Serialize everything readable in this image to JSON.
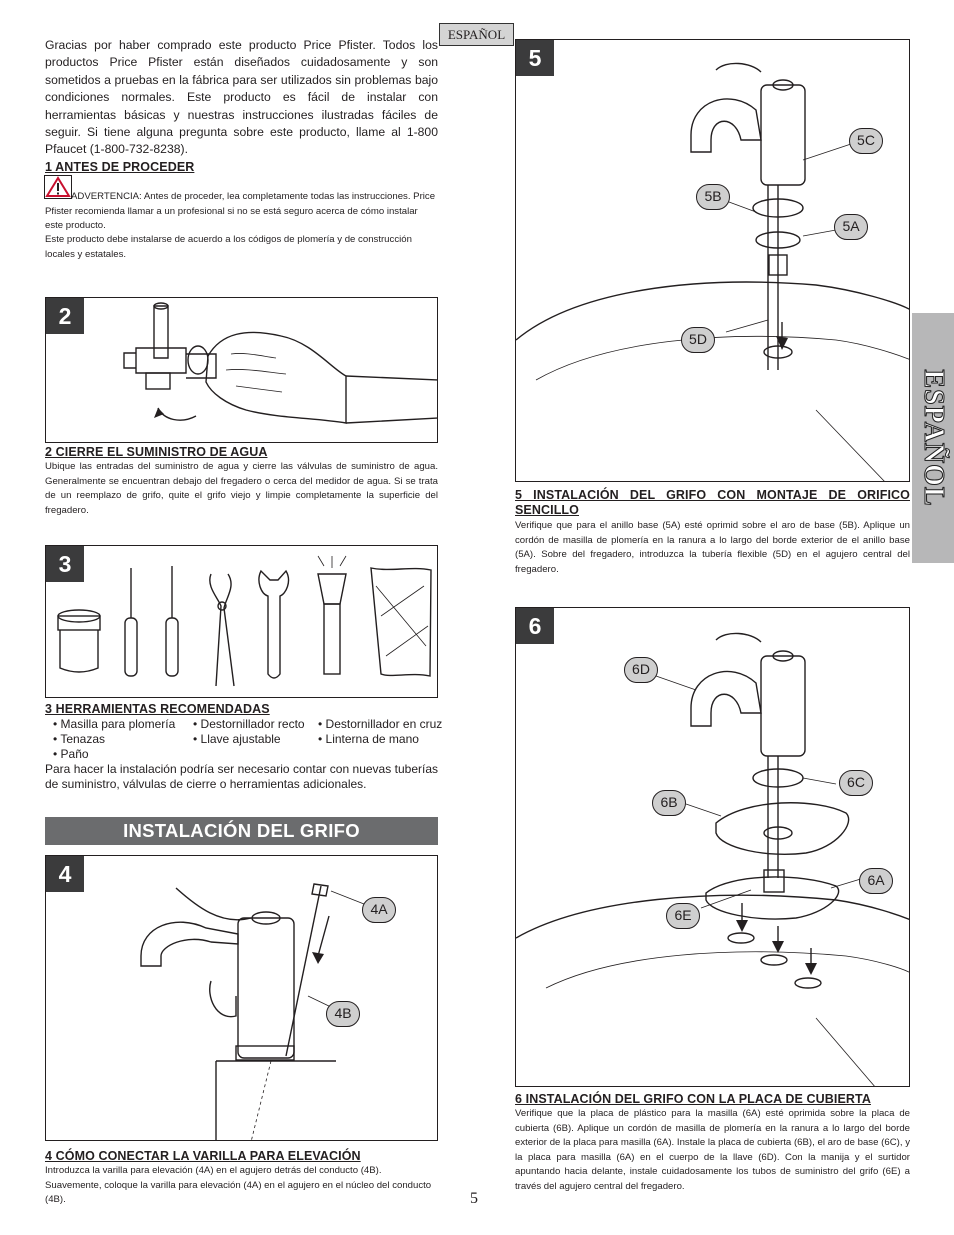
{
  "header": {
    "lang_tab": "ESPAÑOL",
    "side_tab": "ESPAÑOL"
  },
  "intro": "Gracias por haber comprado este producto Price Pfister. Todos los productos Price Pfister están diseñados cuidadosamente y son sometidos a pruebas en la fábrica para ser utilizados sin problemas bajo condiciones normales. Este producto es fácil de instalar con herramientas básicas y nuestras instrucciones ilustradas fáciles de seguir. Si tiene alguna pregunta sobre este producto, llame al 1-800 Pfaucet (1-800-732-8238).",
  "sec1": {
    "title": "1   ANTES DE PROCEDER",
    "warning": "ADVERTENCIA: Antes de proceder, lea completamente todas las instrucciones. Price Pfister recomienda llamar a un profesional si no se está seguro acerca de cómo instalar este producto.",
    "note": "Este producto debe instalarse de acuerdo a los códigos de plomería y de construcción locales y estatales."
  },
  "sec2": {
    "num": "2",
    "title": "2   CIERRE EL SUMINISTRO DE AGUA",
    "body": "Ubique las entradas del suministro de agua y cierre las válvulas de suministro de agua. Generalmente se encuentran debajo del fregadero o cerca del medidor de agua. Si se trata de un reemplazo de grifo, quite el grifo viejo y limpie completamente la superficie del fregadero."
  },
  "sec3": {
    "num": "3",
    "title": "3   HERRAMIENTAS RECOMENDADAS",
    "items": [
      "• Masilla para plomería",
      "• Destornillador recto",
      "• Destornillador en cruz",
      "• Tenazas",
      "• Llave ajustable",
      "• Linterna de mano",
      "• Paño"
    ],
    "body": "Para hacer la instalación podría ser necesario contar con nuevas tuberías de suministro, válvulas de cierre o herramientas adicionales."
  },
  "banner": "INSTALACIÓN DEL GRIFO",
  "sec4": {
    "num": "4",
    "callouts": {
      "a": "4A",
      "b": "4B"
    },
    "title": "4  CÓMO CONECTAR LA VARILLA PARA ELEVACIÓN",
    "body": "Introduzca la varilla para elevación (4A) en el agujero detrás del conducto (4B). Suavemente, coloque la varilla para elevación (4A) en el agujero en el núcleo del conducto (4B)."
  },
  "sec5": {
    "num": "5",
    "callouts": {
      "a": "5A",
      "b": "5B",
      "c": "5C",
      "d": "5D"
    },
    "title": "5   INSTALACIÓN DEL GRIFO CON MONTAJE DE ORIFICO SENCILLO",
    "body": "Verifique que para el anillo base (5A) esté oprimid sobre el aro de base (5B). Aplique un cordón de masilla de plomería en la ranura a lo largo del borde exterior de el anillo base (5A).  Sobre del fregadero, introduzca la tubería flexible (5D) en el agujero central del fregadero."
  },
  "sec6": {
    "num": "6",
    "callouts": {
      "a": "6A",
      "b": "6B",
      "c": "6C",
      "d": "6D",
      "e": "6E"
    },
    "title": "6  INSTALACIÓN DEL GRIFO CON LA PLACA DE CUBIERTA",
    "body": "Verifique que la placa de plástico para la masilla (6A) esté oprimida sobre la placa de cubierta (6B). Aplique un cordón de masilla de plomería en la ranura a lo largo del borde exterior de la placa para masilla (6A). Instale la placa de cubierta (6B), el aro de base (6C), y la placa para masilla (6A) en el cuerpo de la llave (6D). Con la manija y el surtidor apuntando hacia delante, instale cuidadosamente los tubos de suministro del grifo (6E) a través del agujero central del fregadero."
  },
  "page_number": "5"
}
